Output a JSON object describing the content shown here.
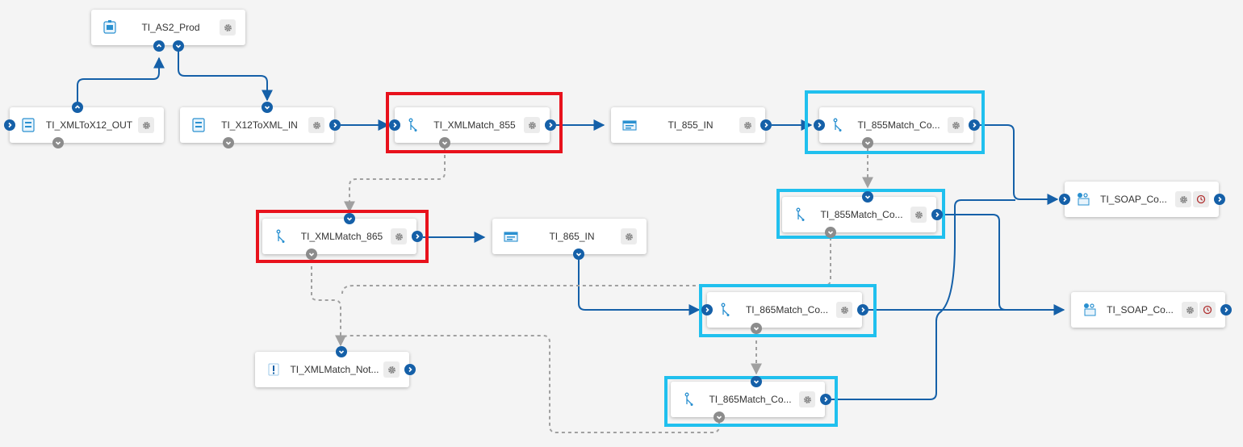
{
  "colors": {
    "wire_blue": "#1560a8",
    "wire_gray": "#a0a0a0",
    "highlight_red": "#e8121c",
    "highlight_cyan": "#20c0ee",
    "background": "#f4f4f4"
  },
  "nodes": {
    "as2_prod": {
      "label": "TI_AS2_Prod",
      "icon": "as2-connector-icon"
    },
    "xml_to_x12_out": {
      "label": "TI_XMLToX12_OUT",
      "icon": "edi-map-icon"
    },
    "x12_to_xml_in": {
      "label": "TI_X12ToXML_IN",
      "icon": "edi-map-icon"
    },
    "xmlmatch_855": {
      "label": "TI_XMLMatch_855",
      "icon": "route-split-icon"
    },
    "in_855": {
      "label": "TI_855_IN",
      "icon": "document-icon"
    },
    "match_co_855a": {
      "label": "TI_855Match_Co...",
      "icon": "route-split-icon"
    },
    "match_co_855b": {
      "label": "TI_855Match_Co...",
      "icon": "route-split-icon"
    },
    "xmlmatch_865": {
      "label": "TI_XMLMatch_865",
      "icon": "route-split-icon"
    },
    "in_865": {
      "label": "TI_865_IN",
      "icon": "document-icon"
    },
    "match_co_865a": {
      "label": "TI_865Match_Co...",
      "icon": "route-split-icon"
    },
    "match_co_865b": {
      "label": "TI_865Match_Co...",
      "icon": "route-split-icon"
    },
    "xmlmatch_not": {
      "label": "TI_XMLMatch_Not...",
      "icon": "alert-icon"
    },
    "soap_co_a": {
      "label": "TI_SOAP_Co...",
      "icon": "soap-service-icon"
    },
    "soap_co_b": {
      "label": "TI_SOAP_Co...",
      "icon": "soap-service-icon"
    }
  }
}
